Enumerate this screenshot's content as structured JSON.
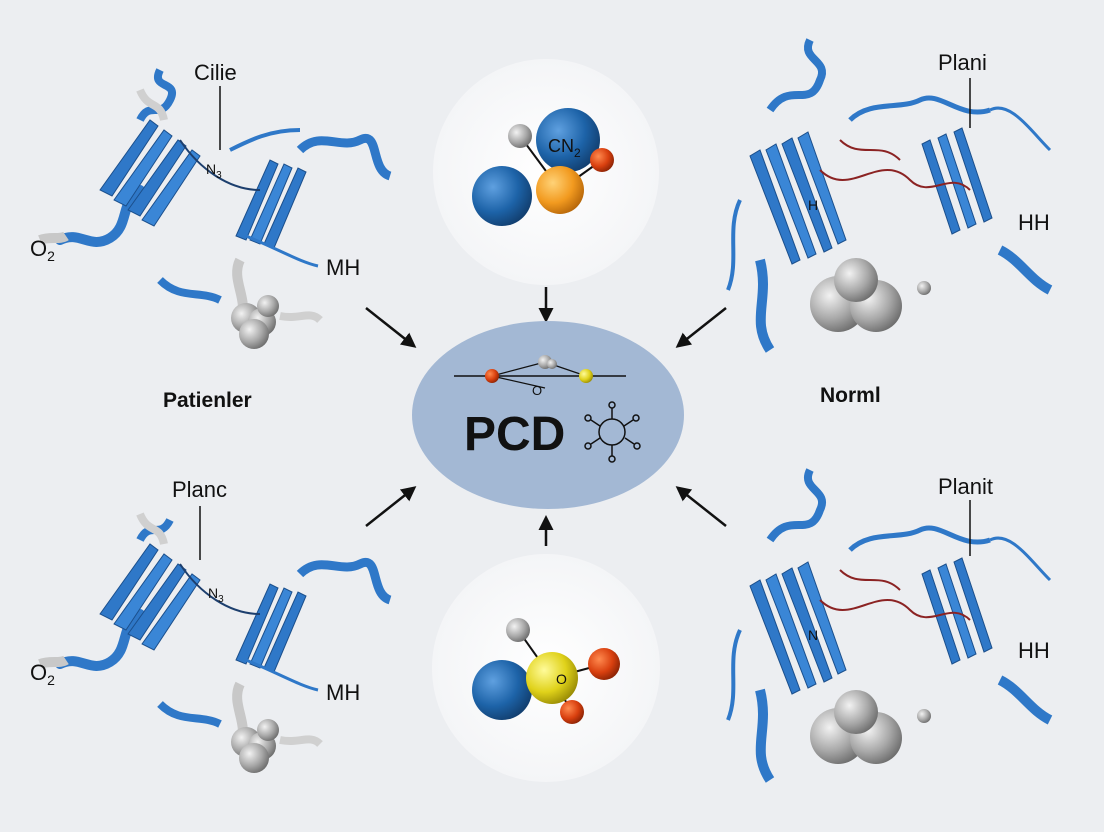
{
  "center": {
    "label": "PCD",
    "molecule_label": "O"
  },
  "top_molecule": {
    "label": "CN",
    "subscript": "2"
  },
  "bottom_molecule": {
    "label": "O"
  },
  "proteins": {
    "top_left": {
      "label": "Cilie",
      "side_label": "O",
      "side_sub": "2",
      "bottom_label": "MH",
      "inner_label": "N",
      "inner_sub": "3"
    },
    "bottom_left": {
      "label": "Planc",
      "side_label": "O",
      "side_sub": "2",
      "bottom_label": "MH",
      "inner_label": "N",
      "inner_sub": "3"
    },
    "top_right": {
      "label": "Plani",
      "side_label": "HH",
      "inner_label": "H"
    },
    "bottom_right": {
      "label": "Planit",
      "side_label": "HH",
      "inner_label": "N"
    }
  },
  "group_labels": {
    "left": "Patienler",
    "right": "Norml"
  },
  "colors": {
    "blue": "#2f78c8",
    "dark_blue": "#1f5fa8",
    "orange": "#f29a1f",
    "red_orange": "#d9400f",
    "yellow": "#e0d21a",
    "gray": "#9a9a9a",
    "ellipse": "#9fb6d3"
  }
}
